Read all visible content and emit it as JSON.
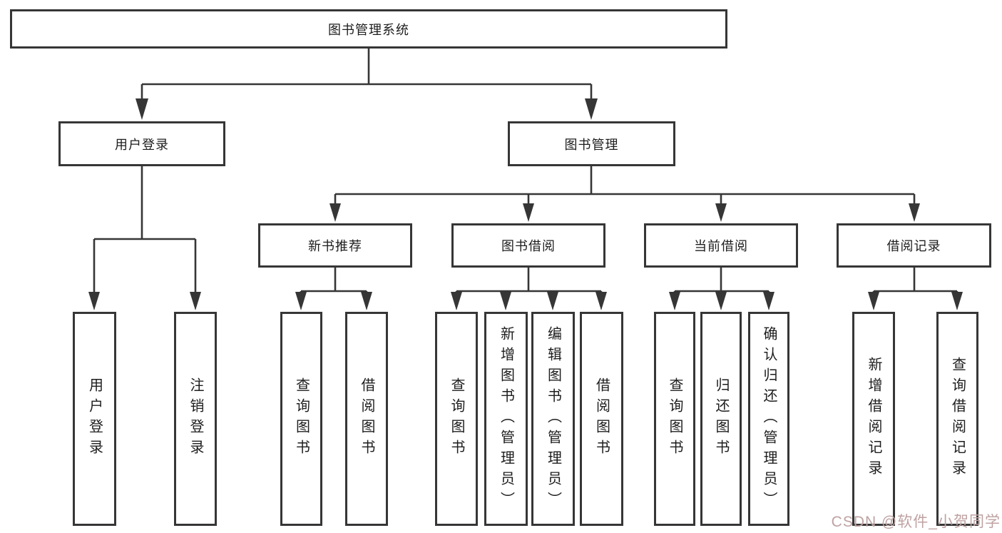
{
  "diagram_title": "图书管理系统",
  "colors": {
    "line": "#363636",
    "box_border": "#363636",
    "text": "#1d1d1d",
    "background": "#ffffff",
    "watermark": "#bfa2a2"
  },
  "nodes": {
    "root": {
      "label": "图书管理系统"
    },
    "level1": [
      {
        "label": "用户登录"
      },
      {
        "label": "图书管理"
      }
    ],
    "level2": [
      {
        "label": "新书推荐",
        "parent": "图书管理"
      },
      {
        "label": "图书借阅",
        "parent": "图书管理"
      },
      {
        "label": "当前借阅",
        "parent": "图书管理"
      },
      {
        "label": "借阅记录",
        "parent": "图书管理"
      }
    ],
    "leaves": [
      {
        "label": "用户登录",
        "parent": "用户登录"
      },
      {
        "label": "注销登录",
        "parent": "用户登录"
      },
      {
        "label": "查询图书",
        "parent": "新书推荐"
      },
      {
        "label": "借阅图书",
        "parent": "新书推荐"
      },
      {
        "label": "查询图书",
        "parent": "图书借阅"
      },
      {
        "label": "新增图书（管理员）",
        "parent": "图书借阅"
      },
      {
        "label": "编辑图书（管理员）",
        "parent": "图书借阅"
      },
      {
        "label": "借阅图书",
        "parent": "图书借阅"
      },
      {
        "label": "查询图书",
        "parent": "当前借阅"
      },
      {
        "label": "归还图书",
        "parent": "当前借阅"
      },
      {
        "label": "确认归还（管理员）",
        "parent": "当前借阅"
      },
      {
        "label": "新增借阅记录",
        "parent": "借阅记录"
      },
      {
        "label": "查询借阅记录",
        "parent": "借阅记录"
      }
    ]
  },
  "watermark": {
    "text": "CSDN @软件_小贺同学"
  }
}
